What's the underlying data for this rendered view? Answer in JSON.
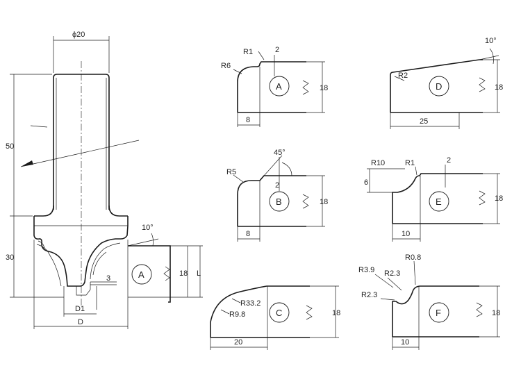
{
  "cutter": {
    "dim_shank_dia": "ϕ20",
    "dim_shank_len": "50",
    "dim_head_len": "30",
    "dim_d1": "D1",
    "dim_d": "D",
    "dim_3": "3",
    "dim_18": "18",
    "dim_l": "L",
    "angle": "10°",
    "profile_label": "A"
  },
  "profiles": {
    "A": {
      "label": "A",
      "r_small": "R1",
      "r_large": "R6",
      "step": "2",
      "height": "18",
      "width": "8"
    },
    "B": {
      "label": "B",
      "angle": "45°",
      "radius": "R5",
      "step": "2",
      "height": "18",
      "width": "8"
    },
    "C": {
      "label": "C",
      "r_outer": "R33.2",
      "r_inner": "R9.8",
      "height": "18",
      "width": "20"
    },
    "D": {
      "label": "D",
      "angle": "10°",
      "radius": "R2",
      "height": "18",
      "width": "25"
    },
    "E": {
      "label": "E",
      "r_large": "R10",
      "r_small": "R1",
      "step": "2",
      "offset": "6",
      "height": "18",
      "width": "10"
    },
    "F": {
      "label": "F",
      "r_a": "R3.9",
      "r_b": "R2.3",
      "r_c": "R0.8",
      "r_d": "R2.3",
      "height": "18",
      "width": "10"
    }
  }
}
